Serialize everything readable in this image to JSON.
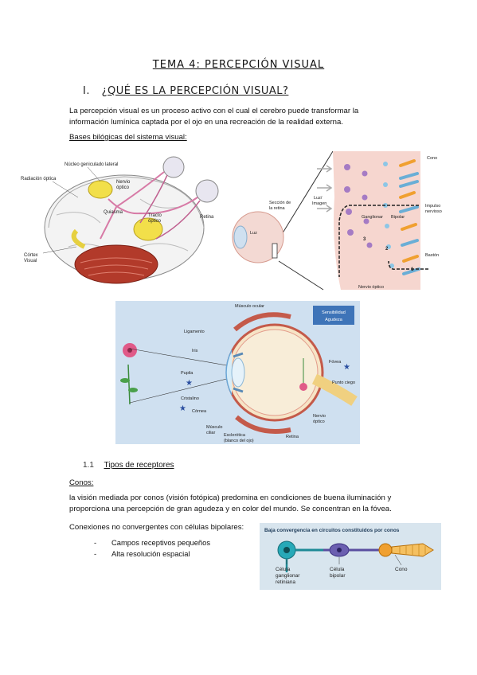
{
  "doc": {
    "title": "TEMA 4: PERCEPCIÓN VISUAL",
    "section1": {
      "num": "I.",
      "title": "¿QUÉ ES LA PERCEPCIÓN VISUAL?"
    },
    "intro_line1": "La percepción visual es un proceso activo con el cual el cerebro puede transformar la",
    "intro_line2": "información lumínica captada por el ojo en una recreación de la realidad externa.",
    "bases_heading": "Bases bilógicas del sistema visual:",
    "section11": {
      "num": "1.1",
      "title": "Tipos de receptores"
    },
    "conos_heading": "Conos:",
    "conos_line1": "la visión mediada por conos (visión fotópica) predomina en condiciones de buena iluminación y",
    "conos_line2": "proporciona una percepción de gran agudeza y en color del mundo. Se concentran en la fóvea.",
    "conexiones": "Conexiones no convergentes con células bipolares:",
    "bullets": [
      "Campos receptivos pequeños",
      "Alta resolución espacial"
    ]
  },
  "figures": {
    "brain": {
      "labels": {
        "nucleo": "Núcleo geniculado lateral",
        "radiacion": "Radiación óptica",
        "nervio1": "Nervio",
        "nervio2": "óptico",
        "quiasma": "Quiasma",
        "tracto1": "Tracto",
        "tracto2": "óptico",
        "retina": "Retina",
        "cortex1": "Córtex",
        "cortex2": "Visual"
      }
    },
    "retina": {
      "labels": {
        "seccion1": "Sección de",
        "seccion2": "la retina",
        "luz_imagen1": "Luz/",
        "luz_imagen2": "Imagen",
        "luz": "Luz",
        "cono": "Cono",
        "ganglionar": "Ganglionar",
        "bipolar": "Bipolar",
        "impulso1": "Impulso",
        "impulso2": "nervioso",
        "baston": "Bastón",
        "nervio_optico": "Nervio óptico",
        "n1": "1",
        "n2": "2",
        "n3": "3"
      }
    },
    "eye": {
      "labels": {
        "musculo_ocular": "Músculo ocular",
        "sens1": "Sensibilidad",
        "sens2": "Agudeza",
        "ligamento": "Ligamento",
        "iris": "Iris",
        "pupila": "Pupila",
        "cristalino": "Cristalino",
        "cornea": "Córnea",
        "musculo_ciliar1": "Músculo",
        "musculo_ciliar2": "ciliar",
        "esclerotica1": "Esclerótica",
        "esclerotica2": "(blanco del ojo)",
        "retina": "Retina",
        "fovea": "Fóvea",
        "punto_ciego": "Punto ciego",
        "nervio1": "Nervio",
        "nervio2": "óptico"
      }
    },
    "cones": {
      "title": "Baja convergencia en circuitos constituidos por conos",
      "labels": {
        "ganglionar1": "Célula",
        "ganglionar2": "ganglionar",
        "ganglionar3": "retiniana",
        "bipolar1": "Célula",
        "bipolar2": "bipolar",
        "cono": "Cono"
      }
    }
  },
  "colors": {
    "eye_bg": "#cfe0f0",
    "cones_bg": "#d8e5ee",
    "lgn_yellow": "#f2df4a",
    "pink_tissue": "#f6d6cf"
  }
}
